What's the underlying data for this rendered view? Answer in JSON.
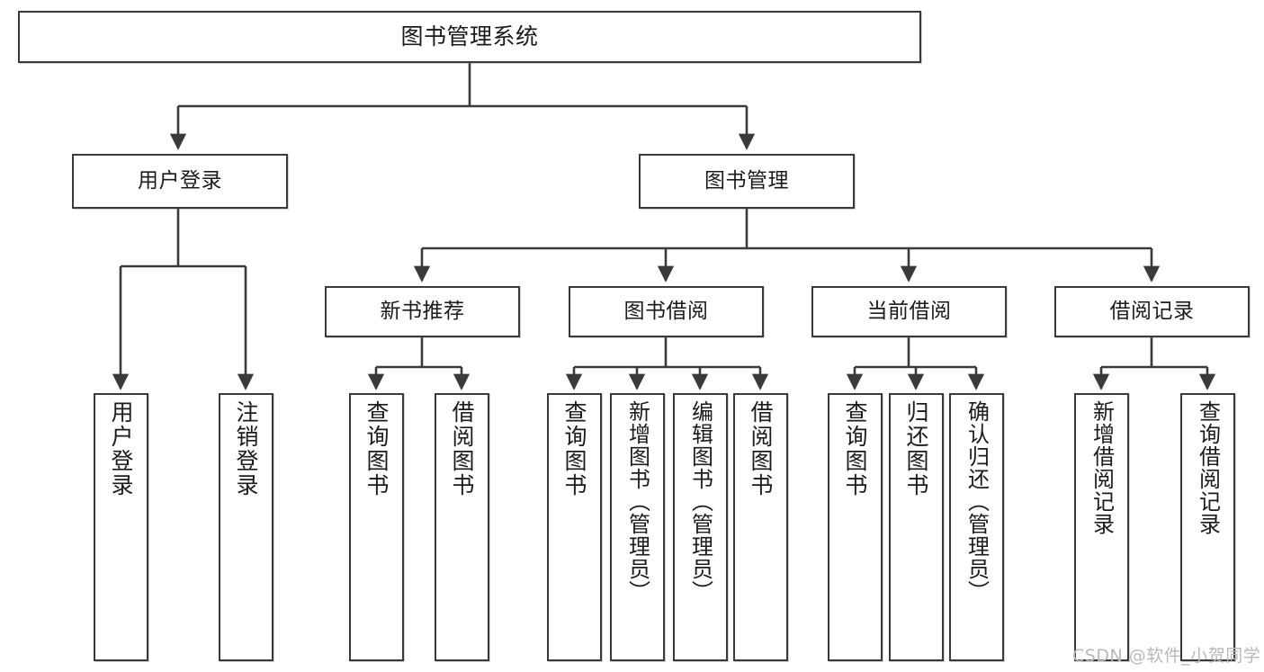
{
  "diagram": {
    "title": "图书管理系统",
    "type": "tree-hierarchy-chart",
    "root": {
      "label": "图书管理系统"
    },
    "level2": [
      {
        "label": "用户登录"
      },
      {
        "label": "图书管理"
      }
    ],
    "level3": [
      {
        "label": "新书推荐"
      },
      {
        "label": "图书借阅"
      },
      {
        "label": "当前借阅"
      },
      {
        "label": "借阅记录"
      }
    ],
    "leaves": {
      "user_login": [
        {
          "label": "用户登录"
        },
        {
          "label": "注销登录"
        }
      ],
      "new_book_recommend": [
        {
          "label": "查询图书"
        },
        {
          "label": "借阅图书"
        }
      ],
      "book_borrow": [
        {
          "label": "查询图书"
        },
        {
          "label": "新增图书（管理员）"
        },
        {
          "label": "编辑图书（管理员）"
        },
        {
          "label": "借阅图书"
        }
      ],
      "current_borrow": [
        {
          "label": "查询图书"
        },
        {
          "label": "归还图书"
        },
        {
          "label": "确认归还（管理员）"
        }
      ],
      "borrow_record": [
        {
          "label": "新增借阅记录"
        },
        {
          "label": "查询借阅记录"
        }
      ]
    }
  },
  "watermark": {
    "text": "CSDN @软件_小贺同学"
  },
  "colors": {
    "border": "#3a3a3a",
    "background": "#ffffff",
    "text": "#1b1b1b",
    "watermark": "#b9b9b9"
  }
}
